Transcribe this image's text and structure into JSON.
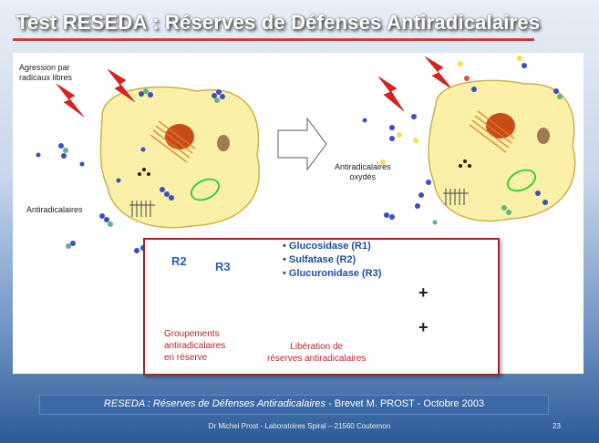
{
  "slide": {
    "title": "Test RESEDA : Réserves de Défenses Antiradicalaires"
  },
  "illustration": {
    "aggression_line1": "Agression par",
    "aggression_line2": "radicaux libres",
    "antiradicals_label": "Antiradicalaires",
    "oxidized_line1": "Antiradicalaires",
    "oxidized_line2": "oxydés"
  },
  "inset": {
    "enzymes": [
      "Glucosidase (R1)",
      "Sulfatase (R2)",
      "Glucuronidase (R3)"
    ],
    "r2": "R2",
    "r3": "R3",
    "groups_line1": "Groupements",
    "groups_line2": "antiradicalaires",
    "groups_line3": "en réserve",
    "release_line1": "Libération de",
    "release_line2": "réserves antiradicalaires",
    "plus": "+"
  },
  "caption": {
    "italic": "RESEDA : Réserves de Défenses Antiradicalaires",
    "plain": " - Brevet M. PROST - Octobre 2003"
  },
  "footer": {
    "credit": "Dr Michel Prost - Laboratoires Spiral – 21560 Couternon",
    "page": "23"
  },
  "colors": {
    "title_underline": "#d23b2f",
    "inset_border": "#9c2a2a",
    "enzyme_text": "#1f4e9a",
    "red_text": "#b3282c",
    "caption_bar": "#3c6aa8"
  }
}
